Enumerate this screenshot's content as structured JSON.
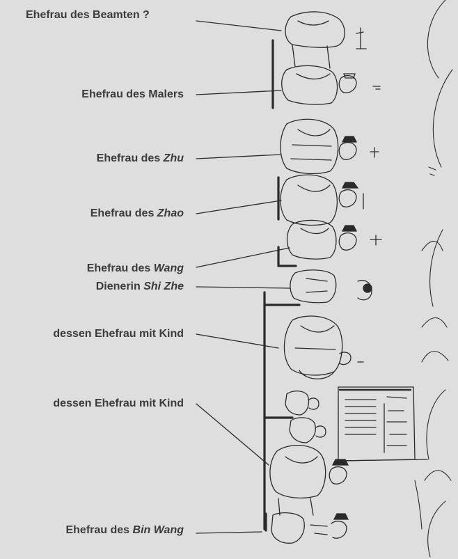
{
  "labels": [
    {
      "pre": "Ehefrau des Beamten ?",
      "it": ""
    },
    {
      "pre": "Ehefrau des Malers",
      "it": ""
    },
    {
      "pre": "Ehefrau des ",
      "it": "Zhu"
    },
    {
      "pre": "Ehefrau des ",
      "it": "Zhao"
    },
    {
      "pre": "Ehefrau des ",
      "it": "Wang"
    },
    {
      "pre": "Dienerin ",
      "it": "Shi Zhe"
    },
    {
      "pre": "dessen Ehefrau mit Kind",
      "it": ""
    },
    {
      "pre": "dessen Ehefrau mit Kind",
      "it": ""
    },
    {
      "pre": "Ehefrau des ",
      "it": "Bin Wang"
    }
  ],
  "colors": {
    "background": "#dedede",
    "ink": "#2a2a2a",
    "label": "#3b3b3b"
  }
}
